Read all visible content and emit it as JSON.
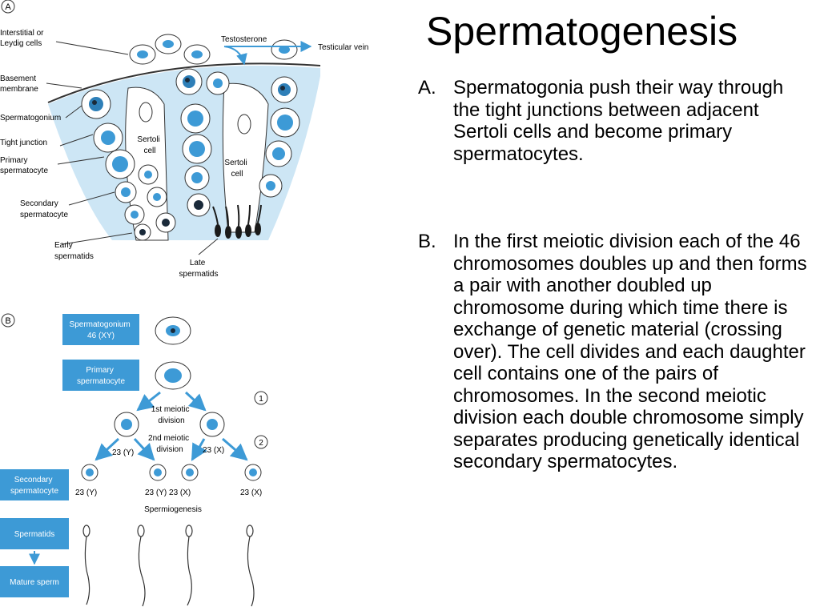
{
  "title": "Spermatogenesis",
  "points": [
    {
      "marker": "A.",
      "text": "Spermatogonia push their way through the tight junctions between adjacent Sertoli cells and become primary spermatocytes."
    },
    {
      "marker": "B.",
      "text": "In the first meiotic division each of the 46 chromosomes doubles up and then forms a pair with another doubled up chromosome during which time there is exchange of genetic material (crossing over). The cell divides and each daughter cell contains one of the pairs of chromosomes. In the second meiotic division  each double chromosome simply separates producing genetically identical secondary spermatocytes."
    }
  ],
  "diagram_a": {
    "panel_letter": "A",
    "labels": {
      "interstitial": [
        "Interstitial or",
        "Leydig cells"
      ],
      "basement": [
        "Basement",
        "membrane"
      ],
      "spermatogonium": "Spermatogonium",
      "tight_junction": "Tight junction",
      "primary": [
        "Primary",
        "spermatocyte"
      ],
      "secondary": [
        "Secondary",
        "spermatocyte"
      ],
      "early": [
        "Early",
        "spermatids"
      ],
      "late": [
        "Late",
        "spermatids"
      ],
      "sertoli_1": [
        "Sertoli",
        "cell"
      ],
      "sertoli_2": [
        "Sertoli",
        "cell"
      ],
      "testosterone": "Testosterone",
      "testicular_vein": "Testicular vein"
    }
  },
  "diagram_b": {
    "panel_letter": "B",
    "boxes": {
      "spermatogonium": [
        "Spermatogonium",
        "46 (XY)"
      ],
      "primary": [
        "Primary",
        "spermatocyte"
      ],
      "secondary": [
        "Secondary",
        "spermatocyte"
      ],
      "spermatids": "Spermatids",
      "mature": "Mature sperm"
    },
    "step_1": "1",
    "step_2": "2",
    "meiotic_1": [
      "1st meiotic",
      "division"
    ],
    "meiotic_2": [
      "2nd meiotic",
      "division"
    ],
    "count_y_mid": "23 (Y)",
    "count_x_mid": "23 (X)",
    "bottom_counts": [
      "23 (Y)",
      "23 (Y) 23 (X)",
      "23 (X)"
    ],
    "spermiogenesis": "Spermiogenesis"
  },
  "colors": {
    "lumen_fill": "#cde6f5",
    "cell_blue": "#3d9ad6",
    "box_blue": "#3d9ad6",
    "arrow_blue": "#3d9ad6",
    "nucleus_dark": "#1a2a3a"
  }
}
